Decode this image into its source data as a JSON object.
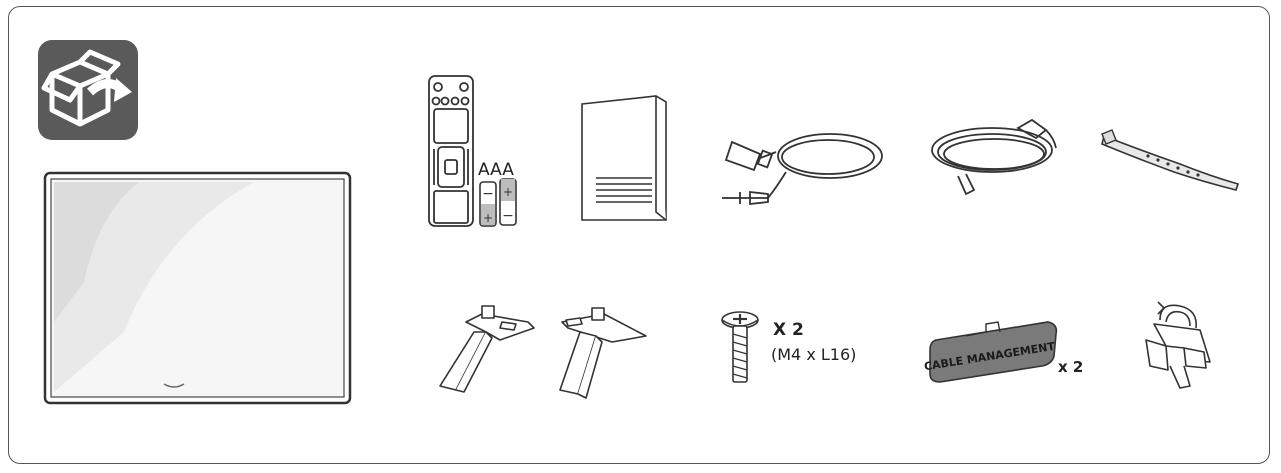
{
  "components": {
    "box_icon": "unboxing-icon",
    "tv": "tv-monitor",
    "remote": "remote-control",
    "batteries": {
      "label": "AAA"
    },
    "manual": "owners-manual",
    "signal_cable": "rgb-audio-cable",
    "power_cord": "power-cord",
    "cable_strap": "cable-strap",
    "stand_left": "stand-leg-left",
    "stand_right": "stand-leg-right",
    "screw": {
      "qty": "X 2",
      "size": "(M4 x L16)"
    },
    "cable_management": {
      "text": "CABLE MANAGEMENT",
      "qty": "x 2"
    },
    "cable_holder": "cable-holder-clip"
  },
  "colors": {
    "line": "#333333",
    "icon_bg": "#5a5a5a",
    "border": "#555555"
  }
}
